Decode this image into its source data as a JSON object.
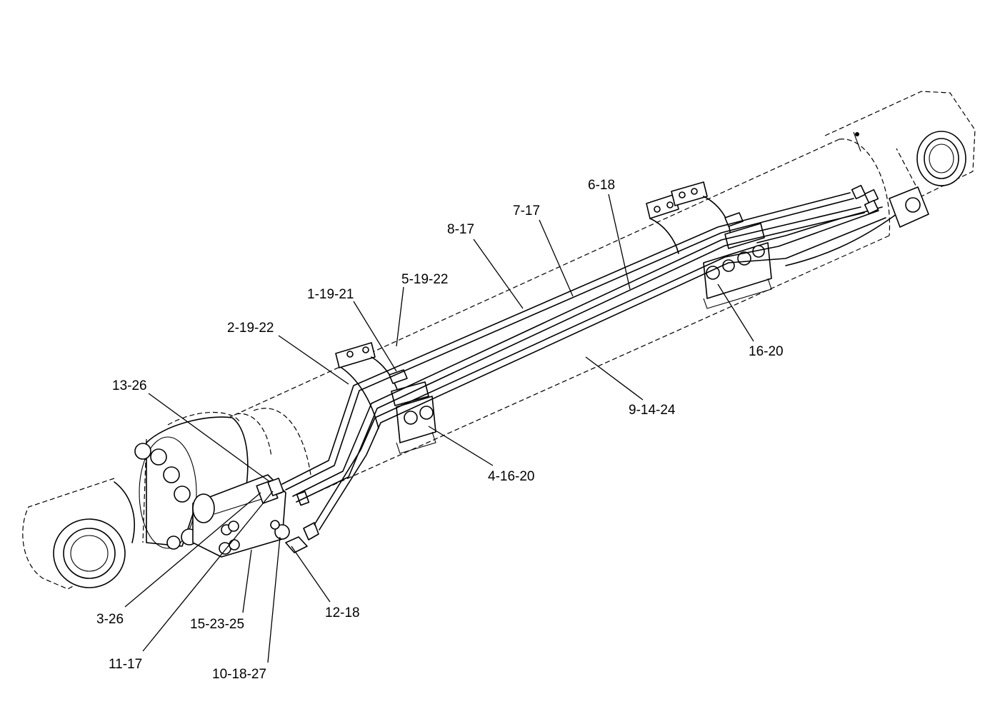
{
  "callouts": [
    {
      "id": "c-6-18",
      "text": "6-18"
    },
    {
      "id": "c-7-17",
      "text": "7-17"
    },
    {
      "id": "c-8-17",
      "text": "8-17"
    },
    {
      "id": "c-5-19-22",
      "text": "5-19-22"
    },
    {
      "id": "c-1-19-21",
      "text": "1-19-21"
    },
    {
      "id": "c-2-19-22",
      "text": "2-19-22"
    },
    {
      "id": "c-13-26",
      "text": "13-26"
    },
    {
      "id": "c-16-20",
      "text": "16-20"
    },
    {
      "id": "c-9-14-24",
      "text": "9-14-24"
    },
    {
      "id": "c-4-16-20",
      "text": "4-16-20"
    },
    {
      "id": "c-3-26",
      "text": "3-26"
    },
    {
      "id": "c-15-23-25",
      "text": "15-23-25"
    },
    {
      "id": "c-12-18",
      "text": "12-18"
    },
    {
      "id": "c-11-17",
      "text": "11-17"
    },
    {
      "id": "c-10-18-27",
      "text": "10-18-27"
    }
  ]
}
